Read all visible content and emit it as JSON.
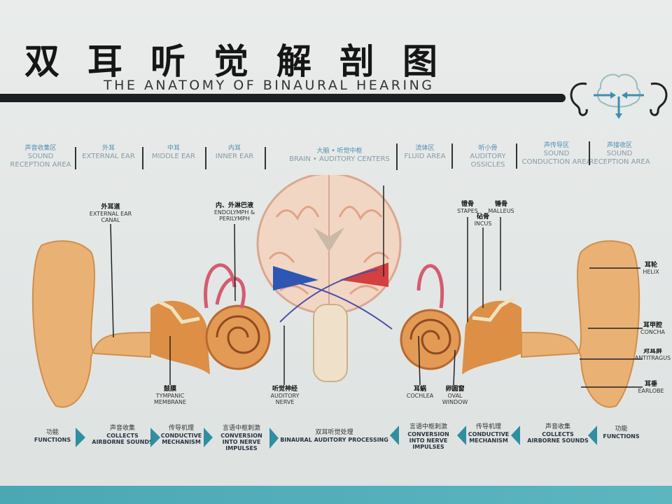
{
  "title": "双耳听觉解剖图",
  "subtitle": "THE ANATOMY OF BINAURAL HEARING",
  "logo": {
    "icon": "ears-brain-icon",
    "accent": "#3d8fb0"
  },
  "regions": [
    {
      "cn": "声音收集区",
      "en": "SOUND RECEPTION AREA"
    },
    {
      "cn": "外耳",
      "en": "EXTERNAL EAR"
    },
    {
      "cn": "中耳",
      "en": "MIDDLE EAR"
    },
    {
      "cn": "内耳",
      "en": "INNER EAR"
    },
    {
      "cn": "大脑 • 听觉中枢",
      "en": "BRAIN • AUDITORY CENTERS"
    },
    {
      "cn": "流体区",
      "en": "FLUID AREA"
    },
    {
      "cn": "听小骨",
      "en": "AUDITORY OSSICLES"
    },
    {
      "cn": "声传导区",
      "en": "SOUND CONDUCTION AREA"
    },
    {
      "cn": "声接收区",
      "en": "SOUND RECEPTION AREA"
    }
  ],
  "labels": {
    "canal": {
      "cn": "外耳道",
      "en": "EXTERNAL EAR CANAL"
    },
    "lymph": {
      "cn": "内、外淋巴液",
      "en": "ENDOLYMPH & PERILYMPH"
    },
    "tympanic": {
      "cn": "鼓膜",
      "en": "TYMPANIC MEMBRANE"
    },
    "nerve": {
      "cn": "听觉神经",
      "en": "AUDITORY NERVE"
    },
    "cochlea": {
      "cn": "耳蜗",
      "en": "COCHLEA"
    },
    "oval": {
      "cn": "卵圆窗",
      "en": "OVAL WINDOW"
    },
    "stapes": {
      "cn": "镫骨",
      "en": "STAPES"
    },
    "incus": {
      "cn": "砧骨",
      "en": "INCUS"
    },
    "malleus": {
      "cn": "锤骨",
      "en": "MALLEUS"
    },
    "helix": {
      "cn": "耳轮",
      "en": "HELIX"
    },
    "concha": {
      "cn": "耳甲腔",
      "en": "CONCHA"
    },
    "antitragus": {
      "cn": "对耳屏",
      "en": "ANTITRAGUS"
    },
    "earlobe": {
      "cn": "耳垂",
      "en": "EARLOBE"
    }
  },
  "flow": [
    {
      "cn": "功能",
      "en": "FUNCTIONS"
    },
    {
      "cn": "声音收集",
      "en": "COLLECTS AIRBORNE SOUNDS"
    },
    {
      "cn": "传导机理",
      "en": "CONDUCTIVE MECHANISM"
    },
    {
      "cn": "言语中枢刺激",
      "en": "CONVERSION INTO NERVE IMPULSES"
    },
    {
      "cn": "双耳听觉处理",
      "en": "BINAURAL AUDITORY PROCESSING"
    },
    {
      "cn": "言语中枢刺激",
      "en": "CONVERSION INTO NERVE IMPULSES"
    },
    {
      "cn": "传导机理",
      "en": "CONDUCTIVE MECHANISM"
    },
    {
      "cn": "声音收集",
      "en": "COLLECTS AIRBORNE SOUNDS"
    },
    {
      "cn": "功能",
      "en": "FUNCTIONS"
    }
  ],
  "colors": {
    "arrow": "#2f8fa0",
    "band": "#4aa8b5",
    "skin": "#e9b274",
    "brain": "#f1d6c4"
  }
}
